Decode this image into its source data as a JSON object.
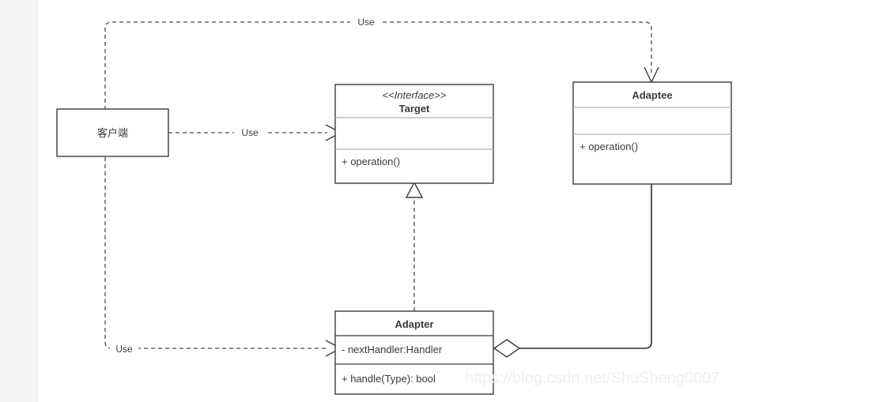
{
  "diagram": {
    "title_watermark": "https://blog.csdn.net/ShuSheng0007",
    "type": "uml-class-diagram",
    "classes": [
      {
        "id": "client",
        "name": "客户端",
        "stereotype": "",
        "attributes": [],
        "operations": [],
        "single_compartment": true
      },
      {
        "id": "target",
        "name": "Target",
        "stereotype": "<<Interface>>",
        "attributes": [],
        "operations": [
          "+ operation()"
        ],
        "single_compartment": false
      },
      {
        "id": "adaptee",
        "name": "Adaptee",
        "stereotype": "",
        "attributes": [],
        "operations": [
          "+ operation()"
        ],
        "single_compartment": false
      },
      {
        "id": "adapter",
        "name": "Adapter",
        "stereotype": "",
        "attributes": [
          "- nextHandler:Handler"
        ],
        "operations": [
          "+ handle(Type): bool"
        ],
        "single_compartment": false
      }
    ],
    "edges": [
      {
        "id": "client-to-adaptee",
        "from": "client",
        "to": "adaptee",
        "label": "Use",
        "style": "dashed",
        "arrow": "open"
      },
      {
        "id": "client-to-target",
        "from": "client",
        "to": "target",
        "label": "Use",
        "style": "dashed",
        "arrow": "open"
      },
      {
        "id": "client-to-adapter",
        "from": "client",
        "to": "adapter",
        "label": "Use",
        "style": "dashed",
        "arrow": "open"
      },
      {
        "id": "adapter-realizes-target",
        "from": "adapter",
        "to": "target",
        "label": "",
        "style": "dashed",
        "arrow": "hollow-triangle"
      },
      {
        "id": "adapter-aggregates-adaptee",
        "from": "adapter",
        "to": "adaptee",
        "label": "",
        "style": "solid",
        "arrow": "hollow-diamond"
      }
    ]
  },
  "colors": {
    "background": "#ffffff",
    "gutter": "#f4f4f4",
    "stroke": "#3b3b3b",
    "divider": "#b5b5b5",
    "watermark": "#f0f0f2"
  }
}
